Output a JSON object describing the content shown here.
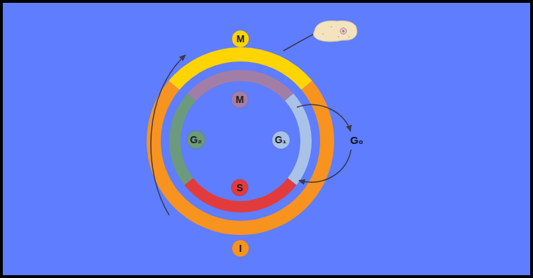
{
  "diagram": {
    "nodes": [
      {
        "text": [
          "M"
        ]
      },
      {
        "text": [
          "M"
        ]
      },
      {
        "text": [
          "G₂"
        ]
      },
      {
        "text": [
          "G₁"
        ]
      },
      {
        "text": [
          "S"
        ]
      },
      {
        "text": [
          "I"
        ]
      }
    ],
    "labels": [
      "G₀"
    ]
  }
}
